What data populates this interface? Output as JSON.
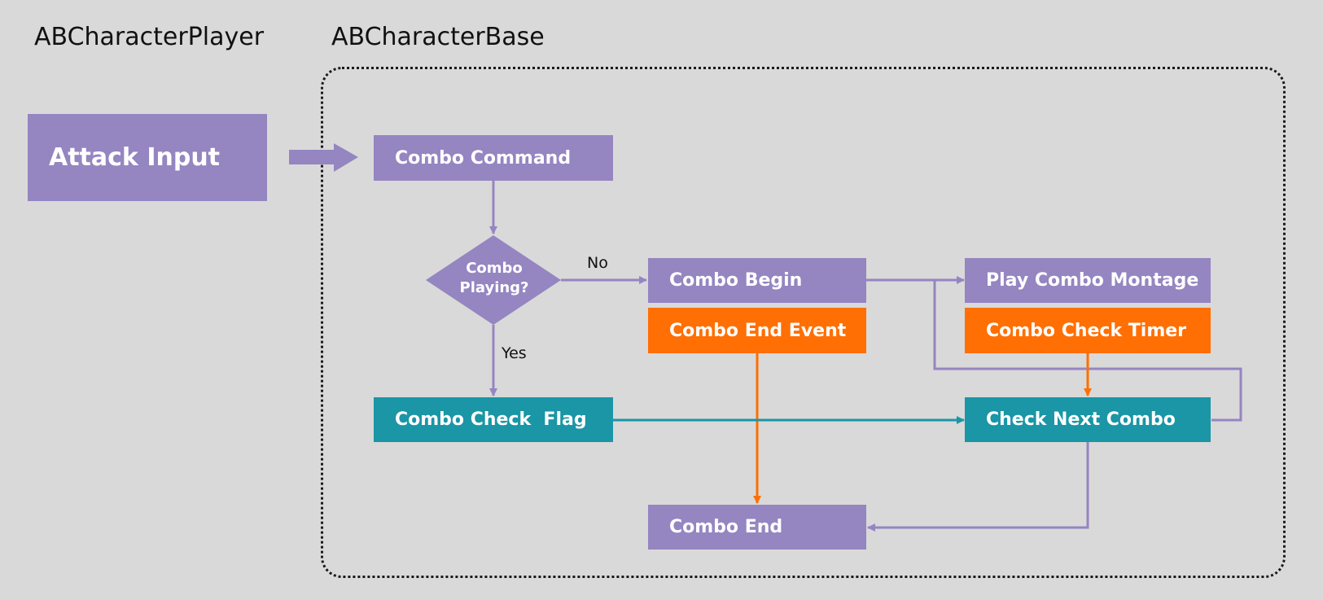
{
  "titles": {
    "left": "ABCharacterPlayer",
    "right": "ABCharacterBase"
  },
  "nodes": {
    "attack_input": "Attack Input",
    "combo_command": "Combo Command",
    "combo_playing": [
      "Combo",
      "Playing?"
    ],
    "combo_begin": "Combo Begin",
    "combo_end_event": "Combo End Event",
    "play_combo_montage": "Play Combo Montage",
    "combo_check_timer": "Combo Check Timer",
    "combo_check_flag": "Combo Check  Flag",
    "check_next_combo": "Check Next Combo",
    "combo_end": "Combo End"
  },
  "edge_labels": {
    "no": "No",
    "yes": "Yes"
  },
  "colors": {
    "background": "#d9d9d9",
    "purple": "#9585c1",
    "orange": "#ff6f04",
    "teal": "#1a96a6"
  }
}
